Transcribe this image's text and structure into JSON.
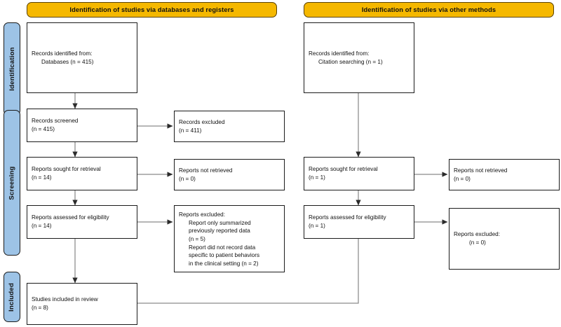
{
  "title": "PRISMA 2020 flow diagram",
  "colors": {
    "header_fill": "#F5B800",
    "stage_fill": "#9DC3E6",
    "box_border": "#1b1b1b",
    "arrow": "#7f7f7f",
    "text": "#111111"
  },
  "headers": [
    {
      "id": "databases",
      "label": "Identification of studies via databases and registers"
    },
    {
      "id": "other",
      "label": "Identification of studies via other methods"
    }
  ],
  "stages": [
    {
      "id": "identification",
      "label": "Identification"
    },
    {
      "id": "screening",
      "label": "Screening"
    },
    {
      "id": "included",
      "label": "Included"
    }
  ],
  "boxes": {
    "records_identified_db": {
      "lines": [
        {
          "text": "Records identified from:",
          "indent": 0
        },
        {
          "text": "Databases (n = 415)",
          "indent": 1
        }
      ]
    },
    "records_identified_other": {
      "lines": [
        {
          "text": "Records identified from:",
          "indent": 0
        },
        {
          "text": "Citation searching (n = 1)",
          "indent": 1
        }
      ]
    },
    "records_screened": {
      "lines": [
        {
          "text": "Records screened",
          "indent": 0
        },
        {
          "text": "(n = 415)",
          "indent": 0
        }
      ]
    },
    "records_excluded": {
      "lines": [
        {
          "text": "Records excluded",
          "indent": 0
        },
        {
          "text": "(n = 411)",
          "indent": 0
        }
      ]
    },
    "reports_sought_db": {
      "lines": [
        {
          "text": "Reports sought for retrieval",
          "indent": 0
        },
        {
          "text": "(n = 14)",
          "indent": 0
        }
      ]
    },
    "reports_not_retrieved_db": {
      "lines": [
        {
          "text": "Reports not retrieved",
          "indent": 0
        },
        {
          "text": "(n = 0)",
          "indent": 0
        }
      ]
    },
    "reports_assessed_db": {
      "lines": [
        {
          "text": "Reports assessed for eligibility",
          "indent": 0
        },
        {
          "text": "(n = 14)",
          "indent": 0
        }
      ]
    },
    "reports_excluded_db": {
      "lines": [
        {
          "text": "Reports excluded:",
          "indent": 0
        },
        {
          "text": "Report only summarized",
          "indent": 1
        },
        {
          "text": "previously reported data",
          "indent": 1
        },
        {
          "text": "(n = 5)",
          "indent": 1
        },
        {
          "text": "Report did not record data",
          "indent": 1
        },
        {
          "text": "specific to patient behaviors",
          "indent": 1
        },
        {
          "text": "in the clinical setting (n = 2)",
          "indent": 1
        }
      ]
    },
    "reports_sought_other": {
      "lines": [
        {
          "text": "Reports sought for retrieval",
          "indent": 0
        },
        {
          "text": "(n = 1)",
          "indent": 0
        }
      ]
    },
    "reports_not_retrieved_other": {
      "lines": [
        {
          "text": "Reports not retrieved",
          "indent": 0
        },
        {
          "text": "(n = 0)",
          "indent": 0
        }
      ]
    },
    "reports_assessed_other": {
      "lines": [
        {
          "text": "Reports assessed for eligibility",
          "indent": 0
        },
        {
          "text": "(n = 1)",
          "indent": 0
        }
      ]
    },
    "reports_excluded_other": {
      "lines": [
        {
          "text": "Reports excluded:",
          "indent": 0
        },
        {
          "text": "(n = 0)",
          "indent": 2
        }
      ]
    },
    "studies_included": {
      "lines": [
        {
          "text": "Studies included in review",
          "indent": 0
        },
        {
          "text": "(n = 8)",
          "indent": 0
        }
      ]
    }
  }
}
